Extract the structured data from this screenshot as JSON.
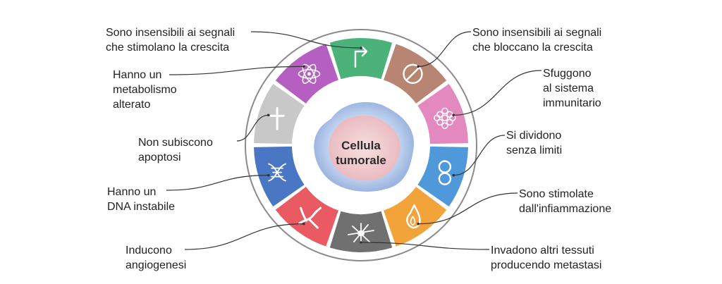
{
  "center": {
    "line1": "Cellula",
    "line2": "tumorale"
  },
  "hallmarks": [
    {
      "id": "growth-signals",
      "lines": [
        "Sono insensibili ai segnali",
        "che stimolano la crescita"
      ],
      "color": "#4bb37a",
      "icon": "flag-arrow-icon"
    },
    {
      "id": "antigrowth",
      "lines": [
        "Sono insensibili ai segnali",
        "che bloccano la crescita"
      ],
      "color": "#b98573",
      "icon": "prohibited-icon"
    },
    {
      "id": "immune-evasion",
      "lines": [
        "Sfuggono",
        "al sistema",
        "immunitario"
      ],
      "color": "#e489c0",
      "icon": "cell-cluster-icon"
    },
    {
      "id": "limitless",
      "lines": [
        "Si dividono",
        "senza limiti"
      ],
      "color": "#4f98d9",
      "icon": "dividing-cell-icon"
    },
    {
      "id": "inflammation",
      "lines": [
        "Sono stimolate",
        "dall'infiammazione"
      ],
      "color": "#f2a33a",
      "icon": "flame-icon"
    },
    {
      "id": "metastasis",
      "lines": [
        "Invadono altri tessuti",
        "producendo metastasi"
      ],
      "color": "#707070",
      "icon": "invasion-icon"
    },
    {
      "id": "angiogenesis",
      "lines": [
        "Inducono",
        "angiogenesi"
      ],
      "color": "#e95a63",
      "icon": "blood-vessel-icon"
    },
    {
      "id": "dna",
      "lines": [
        "Hanno un",
        "DNA instabile"
      ],
      "color": "#4a77c4",
      "icon": "dna-icon"
    },
    {
      "id": "apoptosis",
      "lines": [
        "Non subiscono",
        "apoptosi"
      ],
      "color": "#c8c8c8",
      "icon": "cross-icon"
    },
    {
      "id": "metabolism",
      "lines": [
        "Hanno un",
        "metabolismo",
        "alterato"
      ],
      "color": "#b45fc1",
      "icon": "atom-icon"
    }
  ]
}
